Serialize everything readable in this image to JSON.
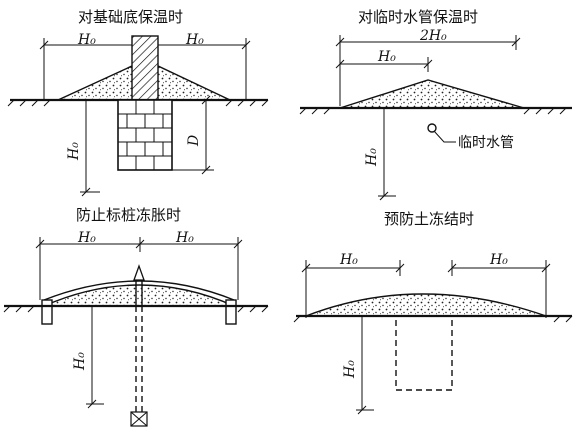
{
  "panels": {
    "foundation": {
      "title": "对基础底保温时",
      "h_left": "H₀",
      "h_right": "H₀",
      "h_vertical": "H₀",
      "d_vertical": "D"
    },
    "water_pipe": {
      "title": "对临时水管保温时",
      "two_h": "2H₀",
      "h_top": "H₀",
      "h_vertical": "H₀",
      "pipe_label": "临时水管"
    },
    "stake": {
      "title": "防止标桩冻胀时",
      "h_left": "H₀",
      "h_right": "H₀",
      "h_vertical": "H₀"
    },
    "soil": {
      "title": "预防土冻结时",
      "h_left": "H₀",
      "h_right": "H₀",
      "h_vertical": "H₀"
    }
  },
  "colors": {
    "ink": "#111111",
    "paper": "#ffffff"
  }
}
